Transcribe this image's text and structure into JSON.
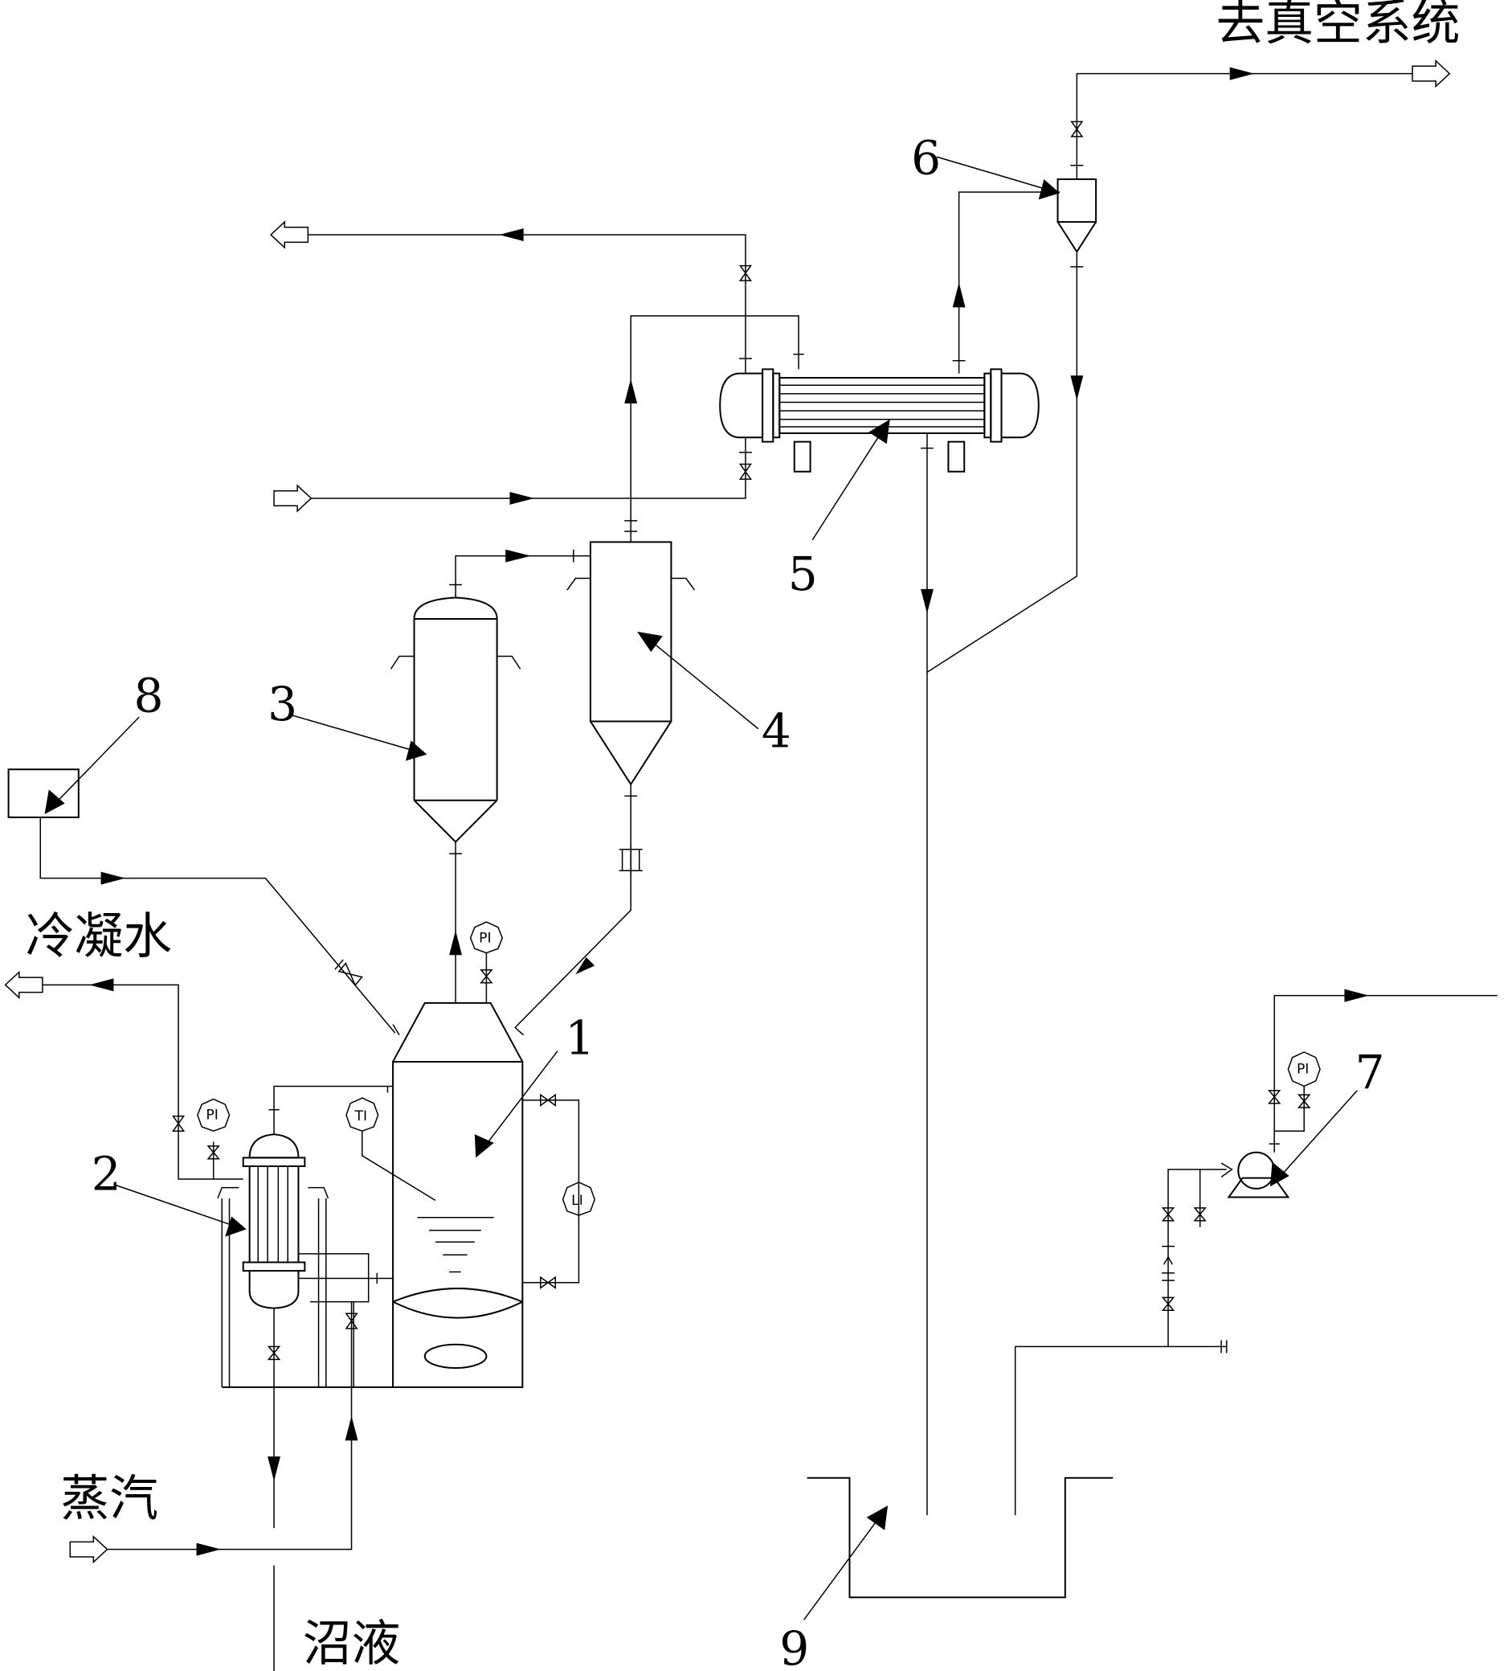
{
  "labels": {
    "vacuum": "去真空系统",
    "condensate": "冷凝水",
    "steam": "蒸汽",
    "biogas_slurry": "沼液"
  },
  "component_numbers": {
    "n1": "1",
    "n2": "2",
    "n3": "3",
    "n4": "4",
    "n5": "5",
    "n6": "6",
    "n7": "7",
    "n8": "8",
    "n9": "9"
  },
  "instruments": {
    "pi": "PI",
    "ti": "TI",
    "li": "LI"
  }
}
